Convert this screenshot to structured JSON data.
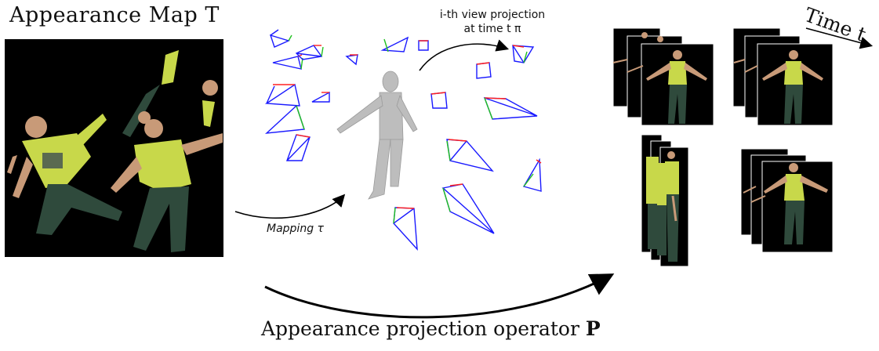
{
  "appearance_map": {
    "title": "Appearance Map T"
  },
  "labels": {
    "view_projection_line1": "i-th view projection",
    "view_projection_line2": "at time t π",
    "mapping": "Mapping  τ",
    "time": "Time t",
    "projection_operator": "Appearance projection operator",
    "projection_operator_symbol": "P"
  },
  "colors": {
    "background": "#ffffff",
    "panel": "#000000",
    "shirt": "#c8d84a",
    "pants": "#2f4a3c",
    "skin": "#c89a78",
    "mesh": "#bdbdbd",
    "camera_blue": "#1a1aff",
    "camera_red": "#ff2020",
    "camera_green": "#20c020",
    "arrow": "#000000"
  }
}
